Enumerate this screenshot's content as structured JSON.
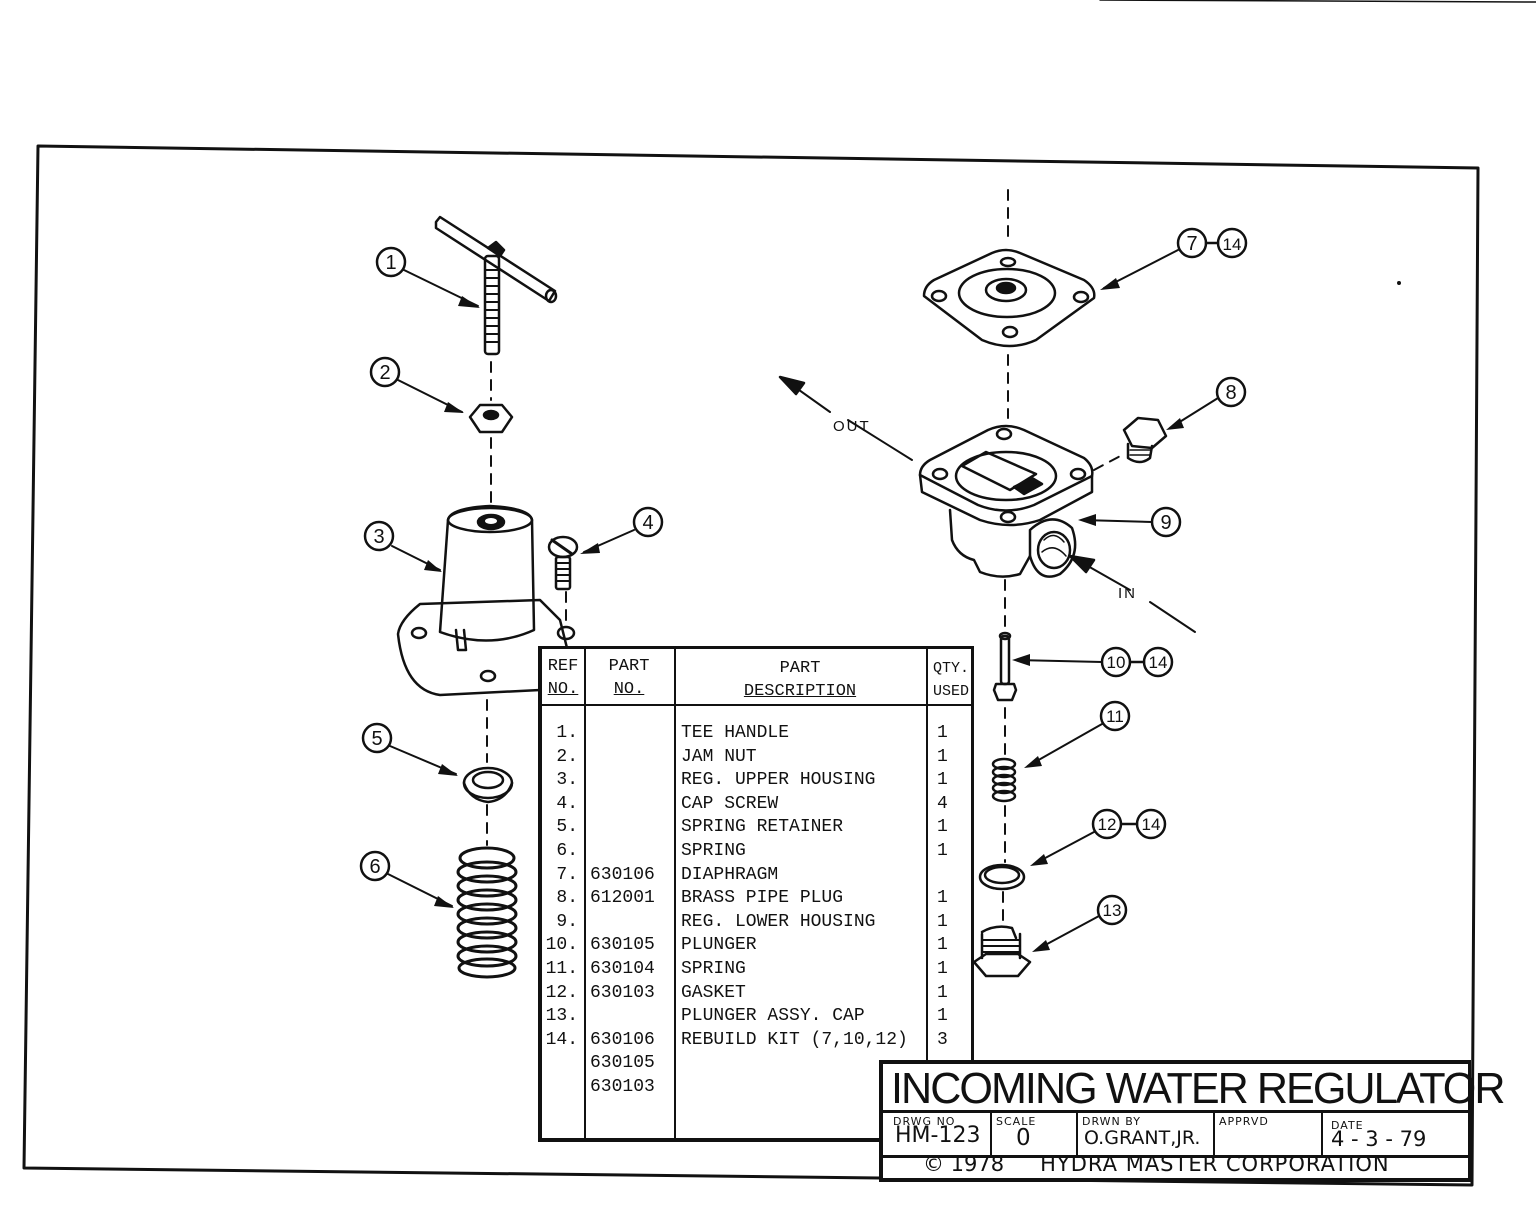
{
  "drawing": {
    "callouts": [
      "1",
      "2",
      "3",
      "4",
      "5",
      "6",
      "7",
      "14",
      "8",
      "9",
      "10",
      "14",
      "11",
      "12",
      "14",
      "13"
    ],
    "flow_out": "OUT",
    "flow_in": "IN"
  },
  "parts_table": {
    "headers": {
      "ref_line1": "REF",
      "ref_line2": "NO.",
      "part_line1": "PART",
      "part_line2": "NO.",
      "desc_line1": "PART",
      "desc_line2": "DESCRIPTION",
      "qty_line1": "QTY.",
      "qty_line2": "USED"
    },
    "rows": [
      {
        "ref": "1.",
        "part": "",
        "desc": "TEE HANDLE",
        "qty": "1"
      },
      {
        "ref": "2.",
        "part": "",
        "desc": "JAM NUT",
        "qty": "1"
      },
      {
        "ref": "3.",
        "part": "",
        "desc": "REG. UPPER HOUSING",
        "qty": "1"
      },
      {
        "ref": "4.",
        "part": "",
        "desc": "CAP SCREW",
        "qty": "4"
      },
      {
        "ref": "5.",
        "part": "",
        "desc": "SPRING RETAINER",
        "qty": "1"
      },
      {
        "ref": "6.",
        "part": "",
        "desc": "SPRING",
        "qty": "1"
      },
      {
        "ref": "7.",
        "part": "630106",
        "desc": "DIAPHRAGM",
        "qty": ""
      },
      {
        "ref": "8.",
        "part": "612001",
        "desc": "BRASS PIPE PLUG",
        "qty": "1"
      },
      {
        "ref": "9.",
        "part": "",
        "desc": "REG. LOWER HOUSING",
        "qty": "1"
      },
      {
        "ref": "10.",
        "part": "630105",
        "desc": "PLUNGER",
        "qty": "1"
      },
      {
        "ref": "11.",
        "part": "630104",
        "desc": "SPRING",
        "qty": "1"
      },
      {
        "ref": "12.",
        "part": "630103",
        "desc": "GASKET",
        "qty": "1"
      },
      {
        "ref": "13.",
        "part": "",
        "desc": "PLUNGER ASSY. CAP",
        "qty": "1"
      },
      {
        "ref": "14.",
        "part": "630106",
        "desc": "REBUILD KIT (7,10,12)",
        "qty": "3"
      }
    ],
    "kit_parts": [
      "630105",
      "630103"
    ]
  },
  "title_block": {
    "title": "INCOMING WATER REGULATOR",
    "drwg_label": "DRWG NO",
    "drwg_value": "HM-123",
    "scale_label": "SCALE",
    "scale_value": "0",
    "drawn_label": "DRWN BY",
    "drawn_value": "O.GRANT,JR.",
    "apprvd_label": "APPRVD",
    "apprvd_value": "",
    "date_label": "DATE",
    "date_value": "4 - 3 - 79",
    "copyright": "© 1978",
    "company": "HYDRA MASTER CORPORATION"
  }
}
